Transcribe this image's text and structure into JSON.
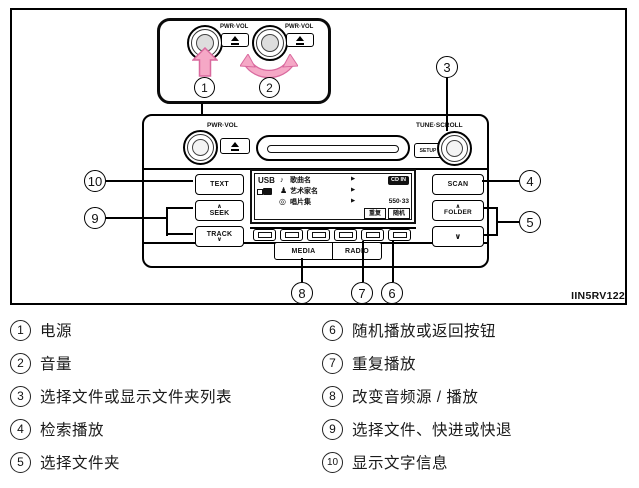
{
  "figure": {
    "code": "IIN5RV122"
  },
  "colors": {
    "arrow_pink": "#F5A8C6",
    "arrow_pink_stroke": "#D9699E",
    "line_black": "#000000"
  },
  "inset": {
    "knobs": [
      {
        "label": "PWR·VOL"
      },
      {
        "label": "PWR·VOL"
      }
    ]
  },
  "unit": {
    "power_knob_label": "PWR·VOL",
    "tune_knob_label": "TUNE·SCROLL",
    "setup_button": "SETUP",
    "left_buttons": {
      "text": "TEXT",
      "seek": "SEEK",
      "track": "TRACK"
    },
    "right_buttons": {
      "scan": "SCAN",
      "folder": "FOLDER",
      "down": "∨"
    },
    "carets": {
      "up": "∧",
      "down": "∨"
    },
    "source_buttons": {
      "media": "MEDIA",
      "radio": "RADIO"
    },
    "display": {
      "source": "USB",
      "lines": [
        {
          "icon": "♪",
          "text": "歌曲名"
        },
        {
          "icon": "♟",
          "text": "艺术家名"
        },
        {
          "icon": "◎",
          "text": "唱片集"
        }
      ],
      "arrow": "▶",
      "badge": "CD IN",
      "counter": "550·33",
      "softkeys": [
        "重复",
        "随机"
      ]
    }
  },
  "callouts": {
    "c1": "1",
    "c2": "2",
    "c3": "3",
    "c4": "4",
    "c5": "5",
    "c6": "6",
    "c7": "7",
    "c8": "8",
    "c9": "9",
    "c10": "10"
  },
  "legend": {
    "left": [
      {
        "num": "1",
        "text": "电源"
      },
      {
        "num": "2",
        "text": "音量"
      },
      {
        "num": "3",
        "text": "选择文件或显示文件夹列表"
      },
      {
        "num": "4",
        "text": "检索播放"
      },
      {
        "num": "5",
        "text": "选择文件夹"
      }
    ],
    "right": [
      {
        "num": "6",
        "text": "随机播放或返回按钮"
      },
      {
        "num": "7",
        "text": "重复播放"
      },
      {
        "num": "8",
        "text": "改变音频源 / 播放"
      },
      {
        "num": "9",
        "text": "选择文件、快进或快退"
      },
      {
        "num": "10",
        "text": "显示文字信息"
      }
    ]
  }
}
